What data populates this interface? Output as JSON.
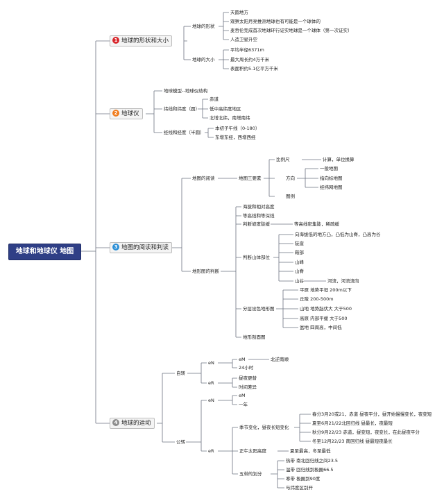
{
  "colors": {
    "root_bg": "#2f3f86",
    "line": "#6b7280",
    "badge_1": "#d8262b",
    "badge_2": "#f07c1e",
    "badge_3": "#2c8fd6",
    "badge_4": "#8d8d8d"
  },
  "root": "地球和地球仪 地图",
  "b1": {
    "num": "1",
    "title": "地球的形状和大小",
    "shape": {
      "label": "地球的形状",
      "items": [
        "天圆地方",
        "观察太阳月亮推测地球也有可能是一个球体的",
        "麦哲伦完成首次地球环行证实地球是一个球体（第一次证实）",
        "人造卫星升空"
      ]
    },
    "size": {
      "label": "地球的大小",
      "items": [
        "平均半径6371m",
        "最大周长约4万千米",
        "表面积约5.1亿平方千米"
      ]
    }
  },
  "b2": {
    "num": "2",
    "title": "地球仪",
    "model": "地球模型--地球仪结构",
    "lat": {
      "label": "纬线和纬度（圆）",
      "items": [
        "赤道",
        "低中高纬度地区",
        "北增北纬，南增南纬"
      ]
    },
    "lon": {
      "label": "经线和经度（半圆）",
      "items": [
        "本初子午线（0-180）",
        "东增东经，西增西经"
      ]
    }
  },
  "b3": {
    "num": "3",
    "title": "地图的阅读和判读",
    "reading": {
      "label": "地图的阅读",
      "three": "地图三要素",
      "scale": "比例尺",
      "scale_note": "计算，单位换算",
      "dir": "方向",
      "dir_items": [
        "一般地图",
        "指向标地图",
        "经纬网地图"
      ],
      "legend": "图例"
    },
    "terrain": {
      "label": "地形图的判断",
      "items": [
        "海拔和相对高度",
        "等高线和等深线"
      ],
      "slope": "判断坡度陡缓",
      "slope_note": "等高线密集陡，稀疏缓",
      "parts": "判断山体部位",
      "part_items": [
        "向海拔低的地方凸，凸低为山脊，凸高为谷",
        "陡崖",
        "鞍部",
        "山峰",
        "山脊",
        "山谷"
      ],
      "valley_note": "河流，河流流向",
      "layer": "分层设色地形图",
      "layer_items": [
        "平原 地势平坦 200m以下",
        "丘陵 200-500m",
        "山地 地势起伏大 大于500",
        "高原 内部平缓 大于500",
        "盆地 四周高，中间低"
      ],
      "section": "地形剖面图"
    }
  },
  "b4": {
    "num": "4",
    "title": "地球的运动",
    "rot": {
      "label": "自转",
      "a": "eN",
      "a_items": [
        "eM",
        "24小时"
      ],
      "a_note": "北逆南顺",
      "b": "eR",
      "b_items": [
        "昼夜更替",
        "时间差异"
      ]
    },
    "rev": {
      "label": "公转",
      "a": "eN",
      "a_items": [
        "eM",
        "一年"
      ],
      "b": "eR",
      "season": "季节变化，昼夜长短变化",
      "season_items": [
        "春分3月20或21，赤道 昼夜平分，昼开始慢慢变长，夜变短",
        "夏至6月21/22北回归线 昼最长，夜最短",
        "秋分9月22/23 赤道，昼变短，夜变长，在此昼夜平分",
        "冬至12月22/23 南回归线 昼最短夜最长"
      ],
      "noon": "正午太阳高度",
      "noon_note": "夏至最高，冬至最低",
      "zones": "五带的划分",
      "zone_items": [
        "热带 南北回归线之间23.5",
        "温带 回归线到极圈66.5",
        "寒带 极圈到90度",
        "与纬度区别开"
      ]
    }
  }
}
